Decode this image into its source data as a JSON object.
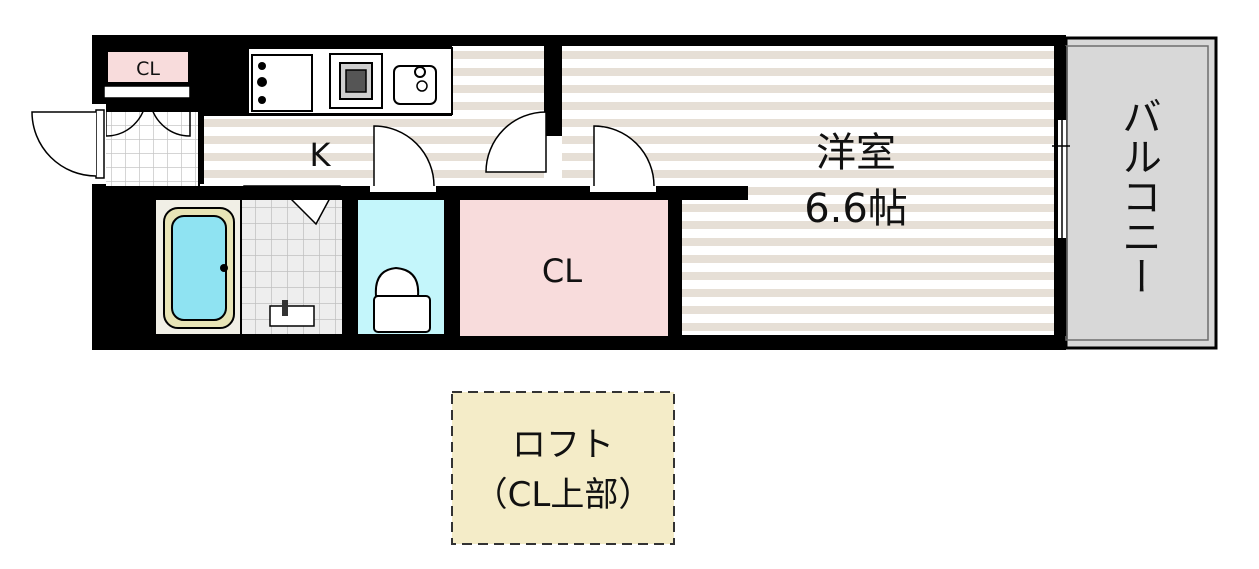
{
  "floor_plan": {
    "rooms": {
      "entrance_closet": "CL",
      "kitchen": "K",
      "western_room_name": "洋室",
      "western_room_size": "6.6帖",
      "closet": "CL",
      "balcony": "バルコニー"
    },
    "loft": {
      "name": "ロフト",
      "note": "（CL上部）"
    },
    "colors": {
      "wall": "#000000",
      "floor_stripe": "#e6dfd6",
      "closet_pink": "#f8dcdc",
      "toilet_cyan": "#c4f6fb",
      "bath_blue": "#8fe3f2",
      "balcony_gray": "#d8d8d8",
      "loft_beige": "#f4ecc8"
    },
    "icons": [
      "stove-icon",
      "sink-icon",
      "bathtub-icon",
      "toilet-icon",
      "washbasin-icon",
      "door-swing-icon"
    ]
  }
}
